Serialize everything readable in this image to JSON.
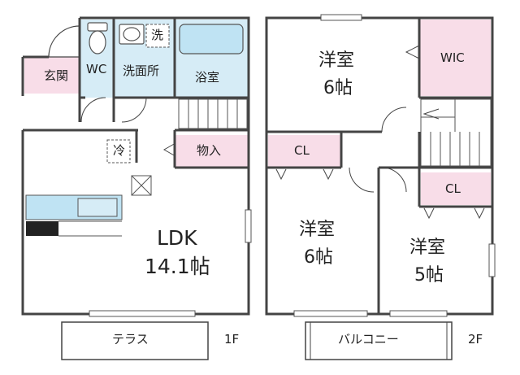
{
  "floor1": {
    "label": "1F",
    "rooms": {
      "genkan": "玄関",
      "wc": "WC",
      "senmenjo": "洗面所",
      "sen": "洗",
      "yokushitsu": "浴室",
      "rei": "冷",
      "monoire": "物入",
      "ldk_name": "LDK",
      "ldk_size": "14.1帖",
      "terrace": "テラス"
    }
  },
  "floor2": {
    "label": "2F",
    "rooms": {
      "youshitsu_a_name": "洋室",
      "youshitsu_a_size": "6帖",
      "wic": "WIC",
      "cl_a": "CL",
      "cl_b": "CL",
      "youshitsu_b_name": "洋室",
      "youshitsu_b_size": "6帖",
      "youshitsu_c_name": "洋室",
      "youshitsu_c_size": "5帖",
      "balcony": "バルコニー"
    }
  },
  "colors": {
    "wall": "#444444",
    "wet_area": "#d6ecf6",
    "storage": "#f8dde8",
    "fixture": "#bfe3f3"
  }
}
